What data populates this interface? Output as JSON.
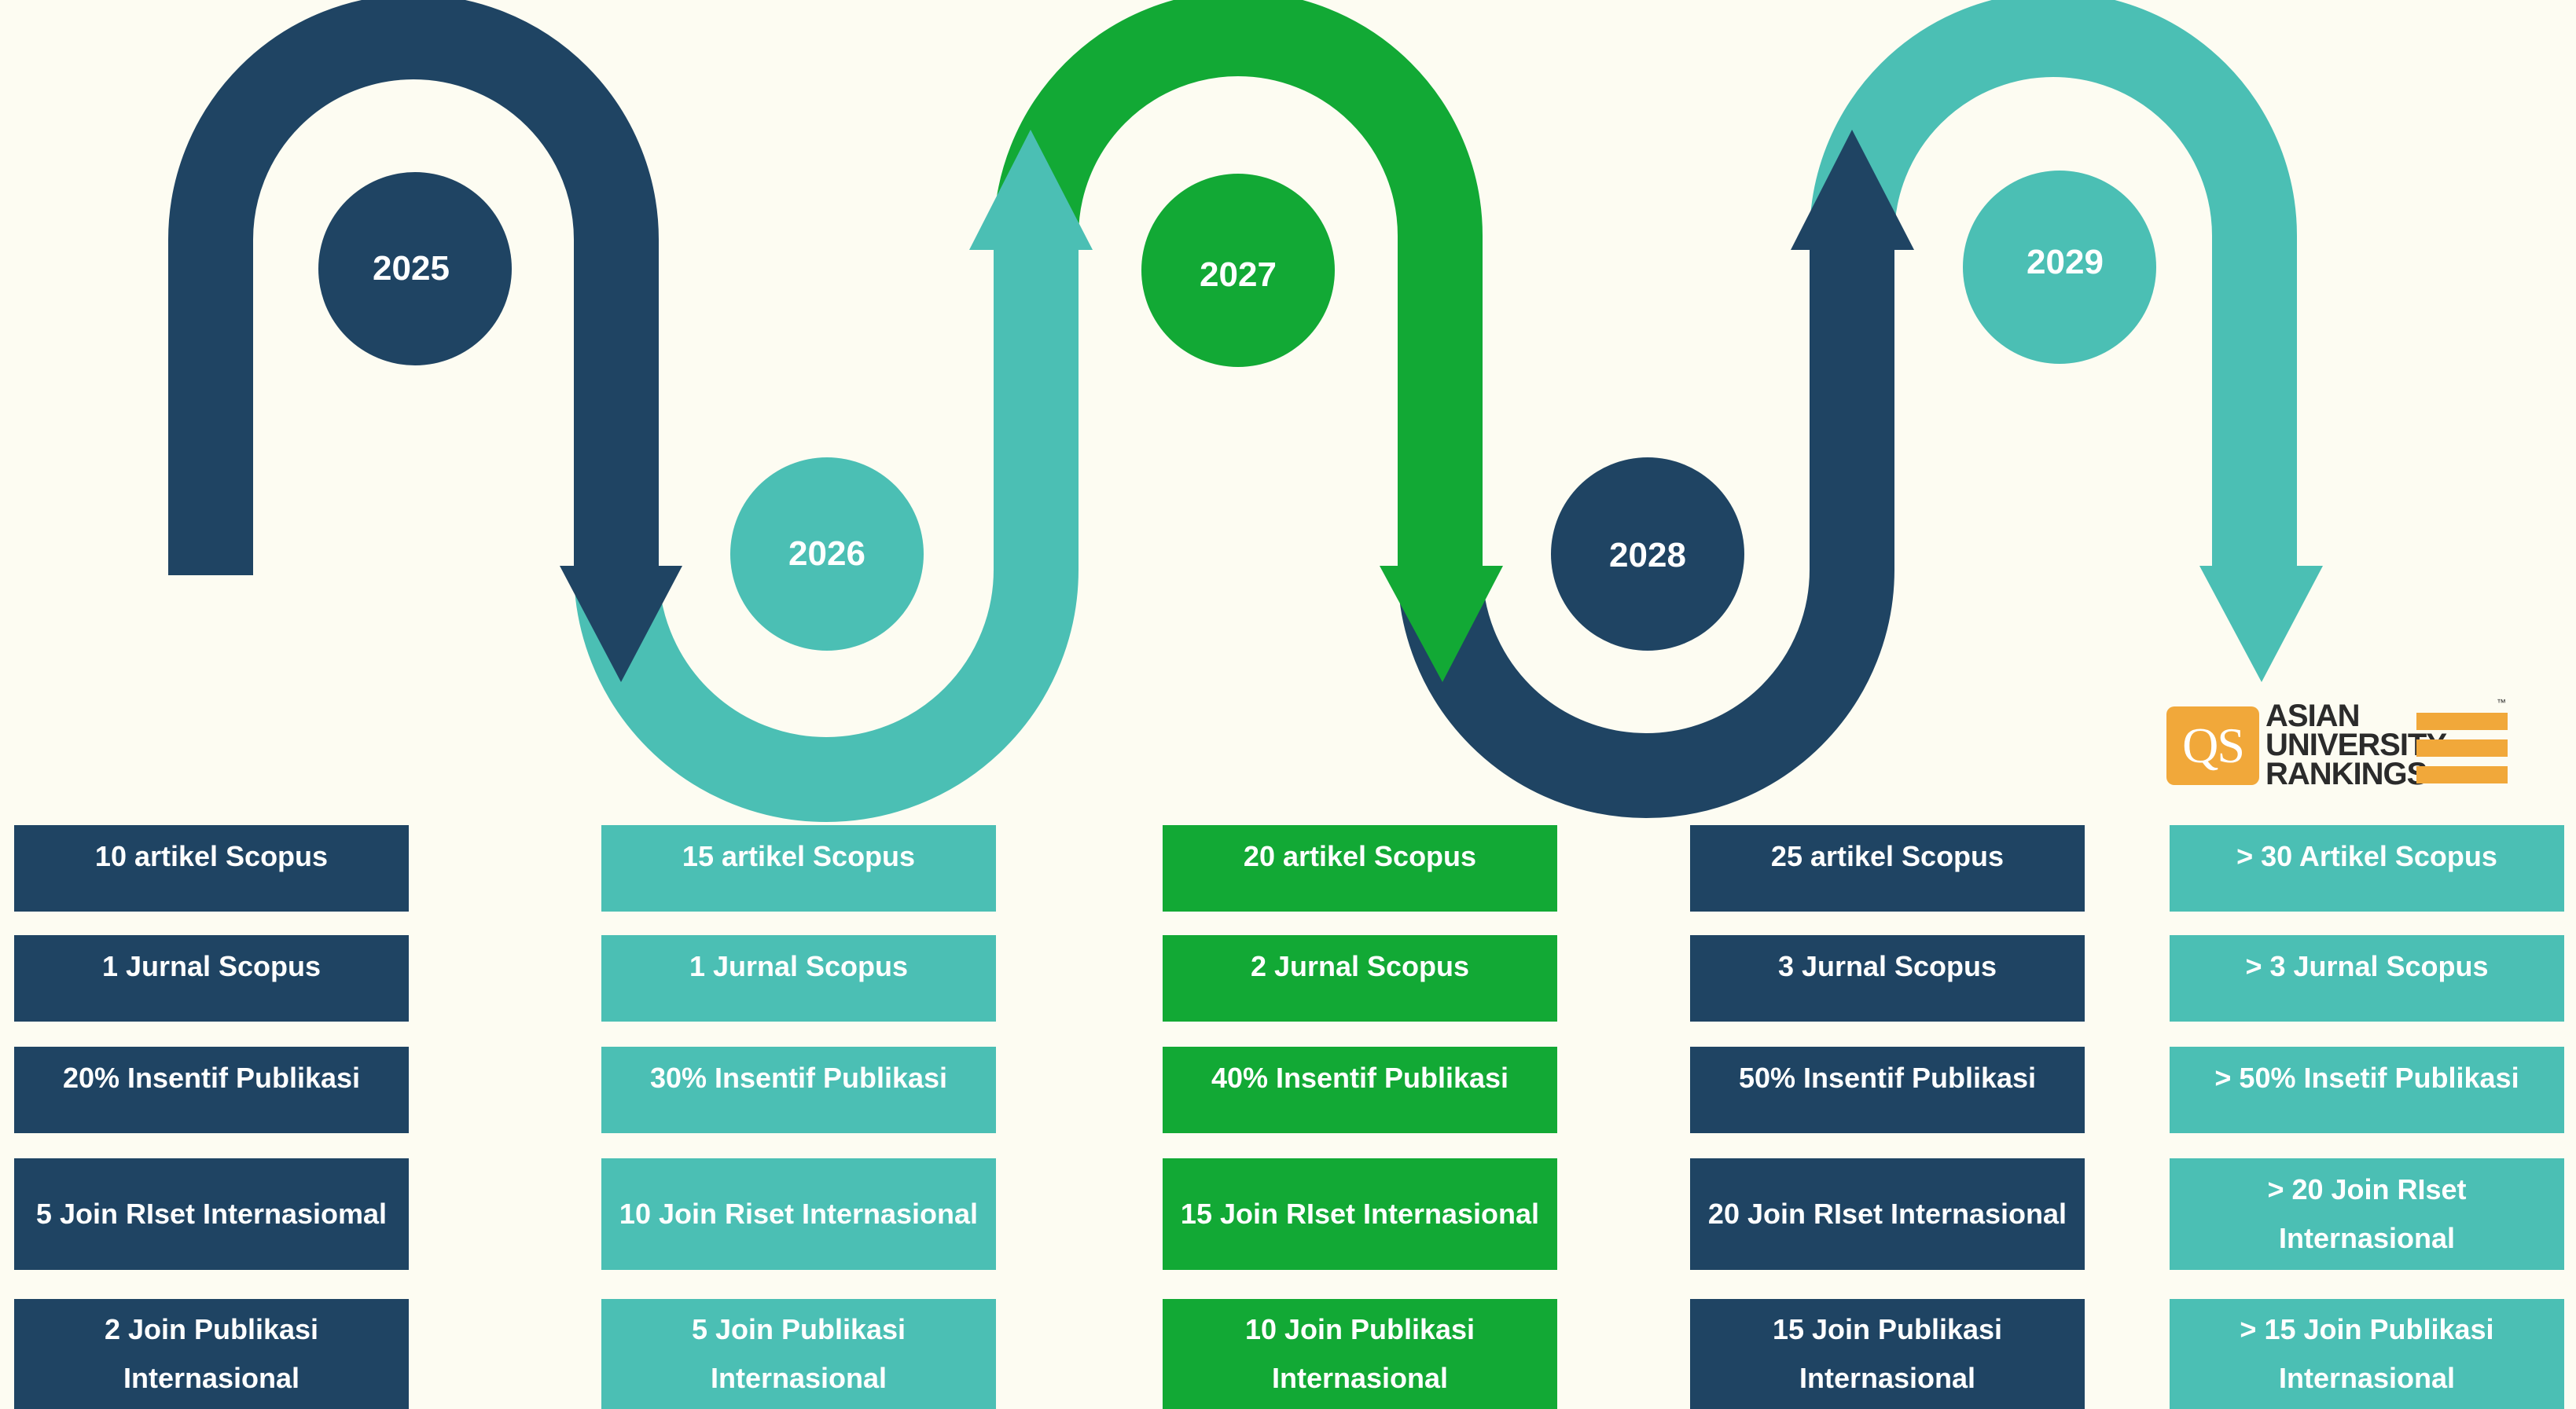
{
  "colors": {
    "navy": "#1f4463",
    "teal": "#4bbfb4",
    "green": "#12a935",
    "background": "#fdfcf2",
    "qs_orange": "#f1a83a"
  },
  "years": [
    {
      "label": "2025",
      "color": "navy"
    },
    {
      "label": "2026",
      "color": "teal"
    },
    {
      "label": "2027",
      "color": "green"
    },
    {
      "label": "2028",
      "color": "navy"
    },
    {
      "label": "2029",
      "color": "teal"
    }
  ],
  "columns": [
    {
      "year": "2025",
      "color": "navy",
      "targets": [
        "10 artikel Scopus",
        "1 Jurnal Scopus",
        "20% Insentif Publikasi",
        "5 Join RIset Internasiomal",
        "2 Join Publikasi Internasional"
      ]
    },
    {
      "year": "2026",
      "color": "teal",
      "targets": [
        "15 artikel Scopus",
        "1 Jurnal Scopus",
        "30% Insentif Publikasi",
        "10 Join Riset Internasional",
        "5 Join Publikasi Internasional"
      ]
    },
    {
      "year": "2027",
      "color": "green",
      "targets": [
        "20 artikel Scopus",
        "2 Jurnal Scopus",
        "40% Insentif Publikasi",
        "15 Join RIset Internasional",
        "10 Join Publikasi Internasional"
      ]
    },
    {
      "year": "2028",
      "color": "navy",
      "targets": [
        "25 artikel Scopus",
        "3 Jurnal Scopus",
        "50% Insentif Publikasi",
        "20 Join RIset Internasional",
        "15 Join Publikasi Internasional"
      ]
    },
    {
      "year": "2029",
      "color": "teal",
      "targets": [
        "> 30 Artikel Scopus",
        "> 3 Jurnal Scopus",
        "> 50% Insetif Publikasi",
        "> 20 Join RIset Internasional",
        "> 15 Join Publikasi Internasional"
      ]
    }
  ],
  "logo": {
    "badge": "QS",
    "line1": "ASIAN",
    "line2": "UNIVERSITY",
    "line3": "RANKINGS",
    "trademark": "™"
  }
}
